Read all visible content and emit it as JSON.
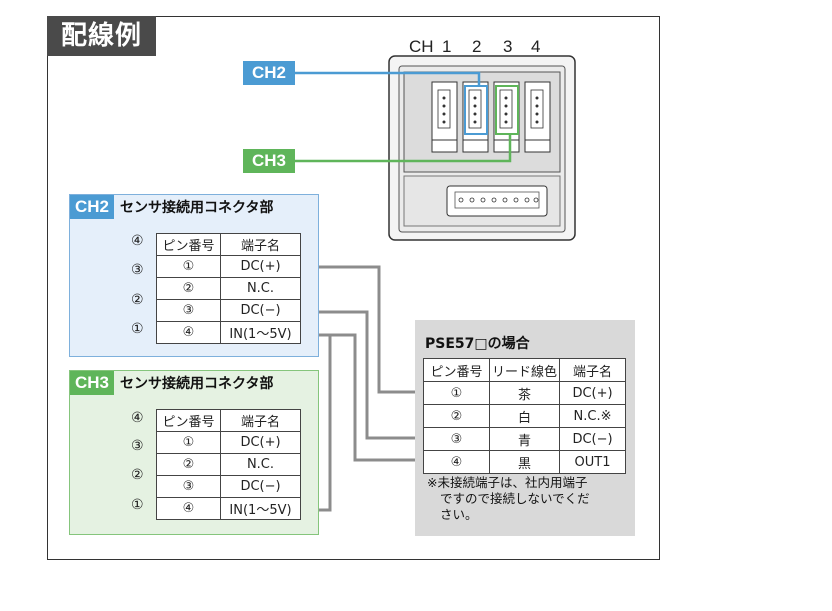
{
  "title": "配線例",
  "connector_header": {
    "ch": "CH",
    "n1": "1",
    "n2": "2",
    "n3": "3",
    "n4": "4"
  },
  "tags": {
    "ch2": "CH2",
    "ch3": "CH3"
  },
  "colors": {
    "ch2": "#4b9bd3",
    "ch3": "#5fb55a",
    "wire": "#8c8c8c",
    "title_bg": "#4a4a4a"
  },
  "panel_ch2": {
    "tag": "CH2",
    "title": "センサ接続用コネクタ部",
    "headers": [
      "ピン番号",
      "端子名"
    ],
    "rows": [
      {
        "pin": "①",
        "name": "DC(+)"
      },
      {
        "pin": "②",
        "name": "N.C."
      },
      {
        "pin": "③",
        "name": "DC(−)"
      },
      {
        "pin": "④",
        "name": "IN(1〜5V)"
      }
    ],
    "callouts": [
      "④",
      "③",
      "②",
      "①"
    ]
  },
  "panel_ch3": {
    "tag": "CH3",
    "title": "センサ接続用コネクタ部",
    "headers": [
      "ピン番号",
      "端子名"
    ],
    "rows": [
      {
        "pin": "①",
        "name": "DC(+)"
      },
      {
        "pin": "②",
        "name": "N.C."
      },
      {
        "pin": "③",
        "name": "DC(−)"
      },
      {
        "pin": "④",
        "name": "IN(1〜5V)"
      }
    ],
    "callouts": [
      "④",
      "③",
      "②",
      "①"
    ]
  },
  "pse": {
    "title": "PSE57□の場合",
    "headers": [
      "ピン番号",
      "リード線色",
      "端子名"
    ],
    "rows": [
      {
        "pin": "①",
        "color": "茶",
        "name": "DC(+)"
      },
      {
        "pin": "②",
        "color": "白",
        "name": "N.C.※"
      },
      {
        "pin": "③",
        "color": "青",
        "name": "DC(−)"
      },
      {
        "pin": "④",
        "color": "黒",
        "name": "OUT1"
      }
    ],
    "note_line1": "※未接続端子は、社内用端子",
    "note_line2": "ですので接続しないでくだ",
    "note_line3": "さい。"
  }
}
